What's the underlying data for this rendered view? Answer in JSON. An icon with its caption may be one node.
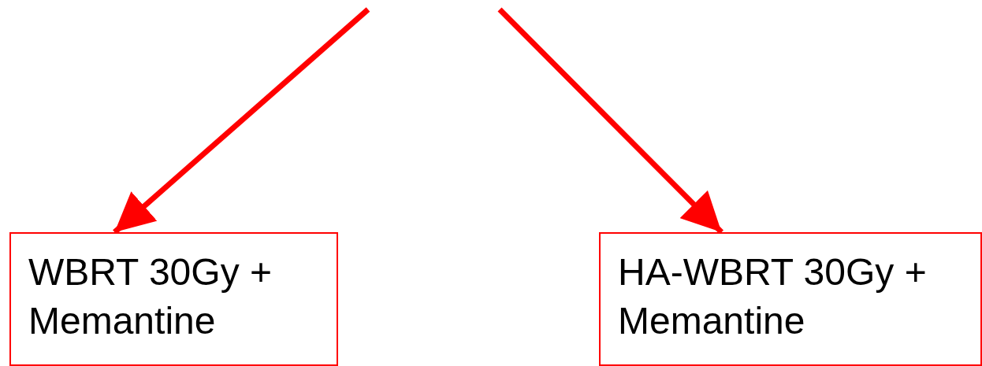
{
  "diagram": {
    "nodes": [
      {
        "text": [
          "WBRT 30Gy + Memantine"
        ]
      },
      {
        "text": [
          "HA-WBRT 30Gy + Memantine"
        ]
      }
    ],
    "edges": [
      {
        "from": null,
        "to": 0,
        "arrow": "to"
      },
      {
        "from": null,
        "to": 1,
        "arrow": "to"
      }
    ]
  }
}
